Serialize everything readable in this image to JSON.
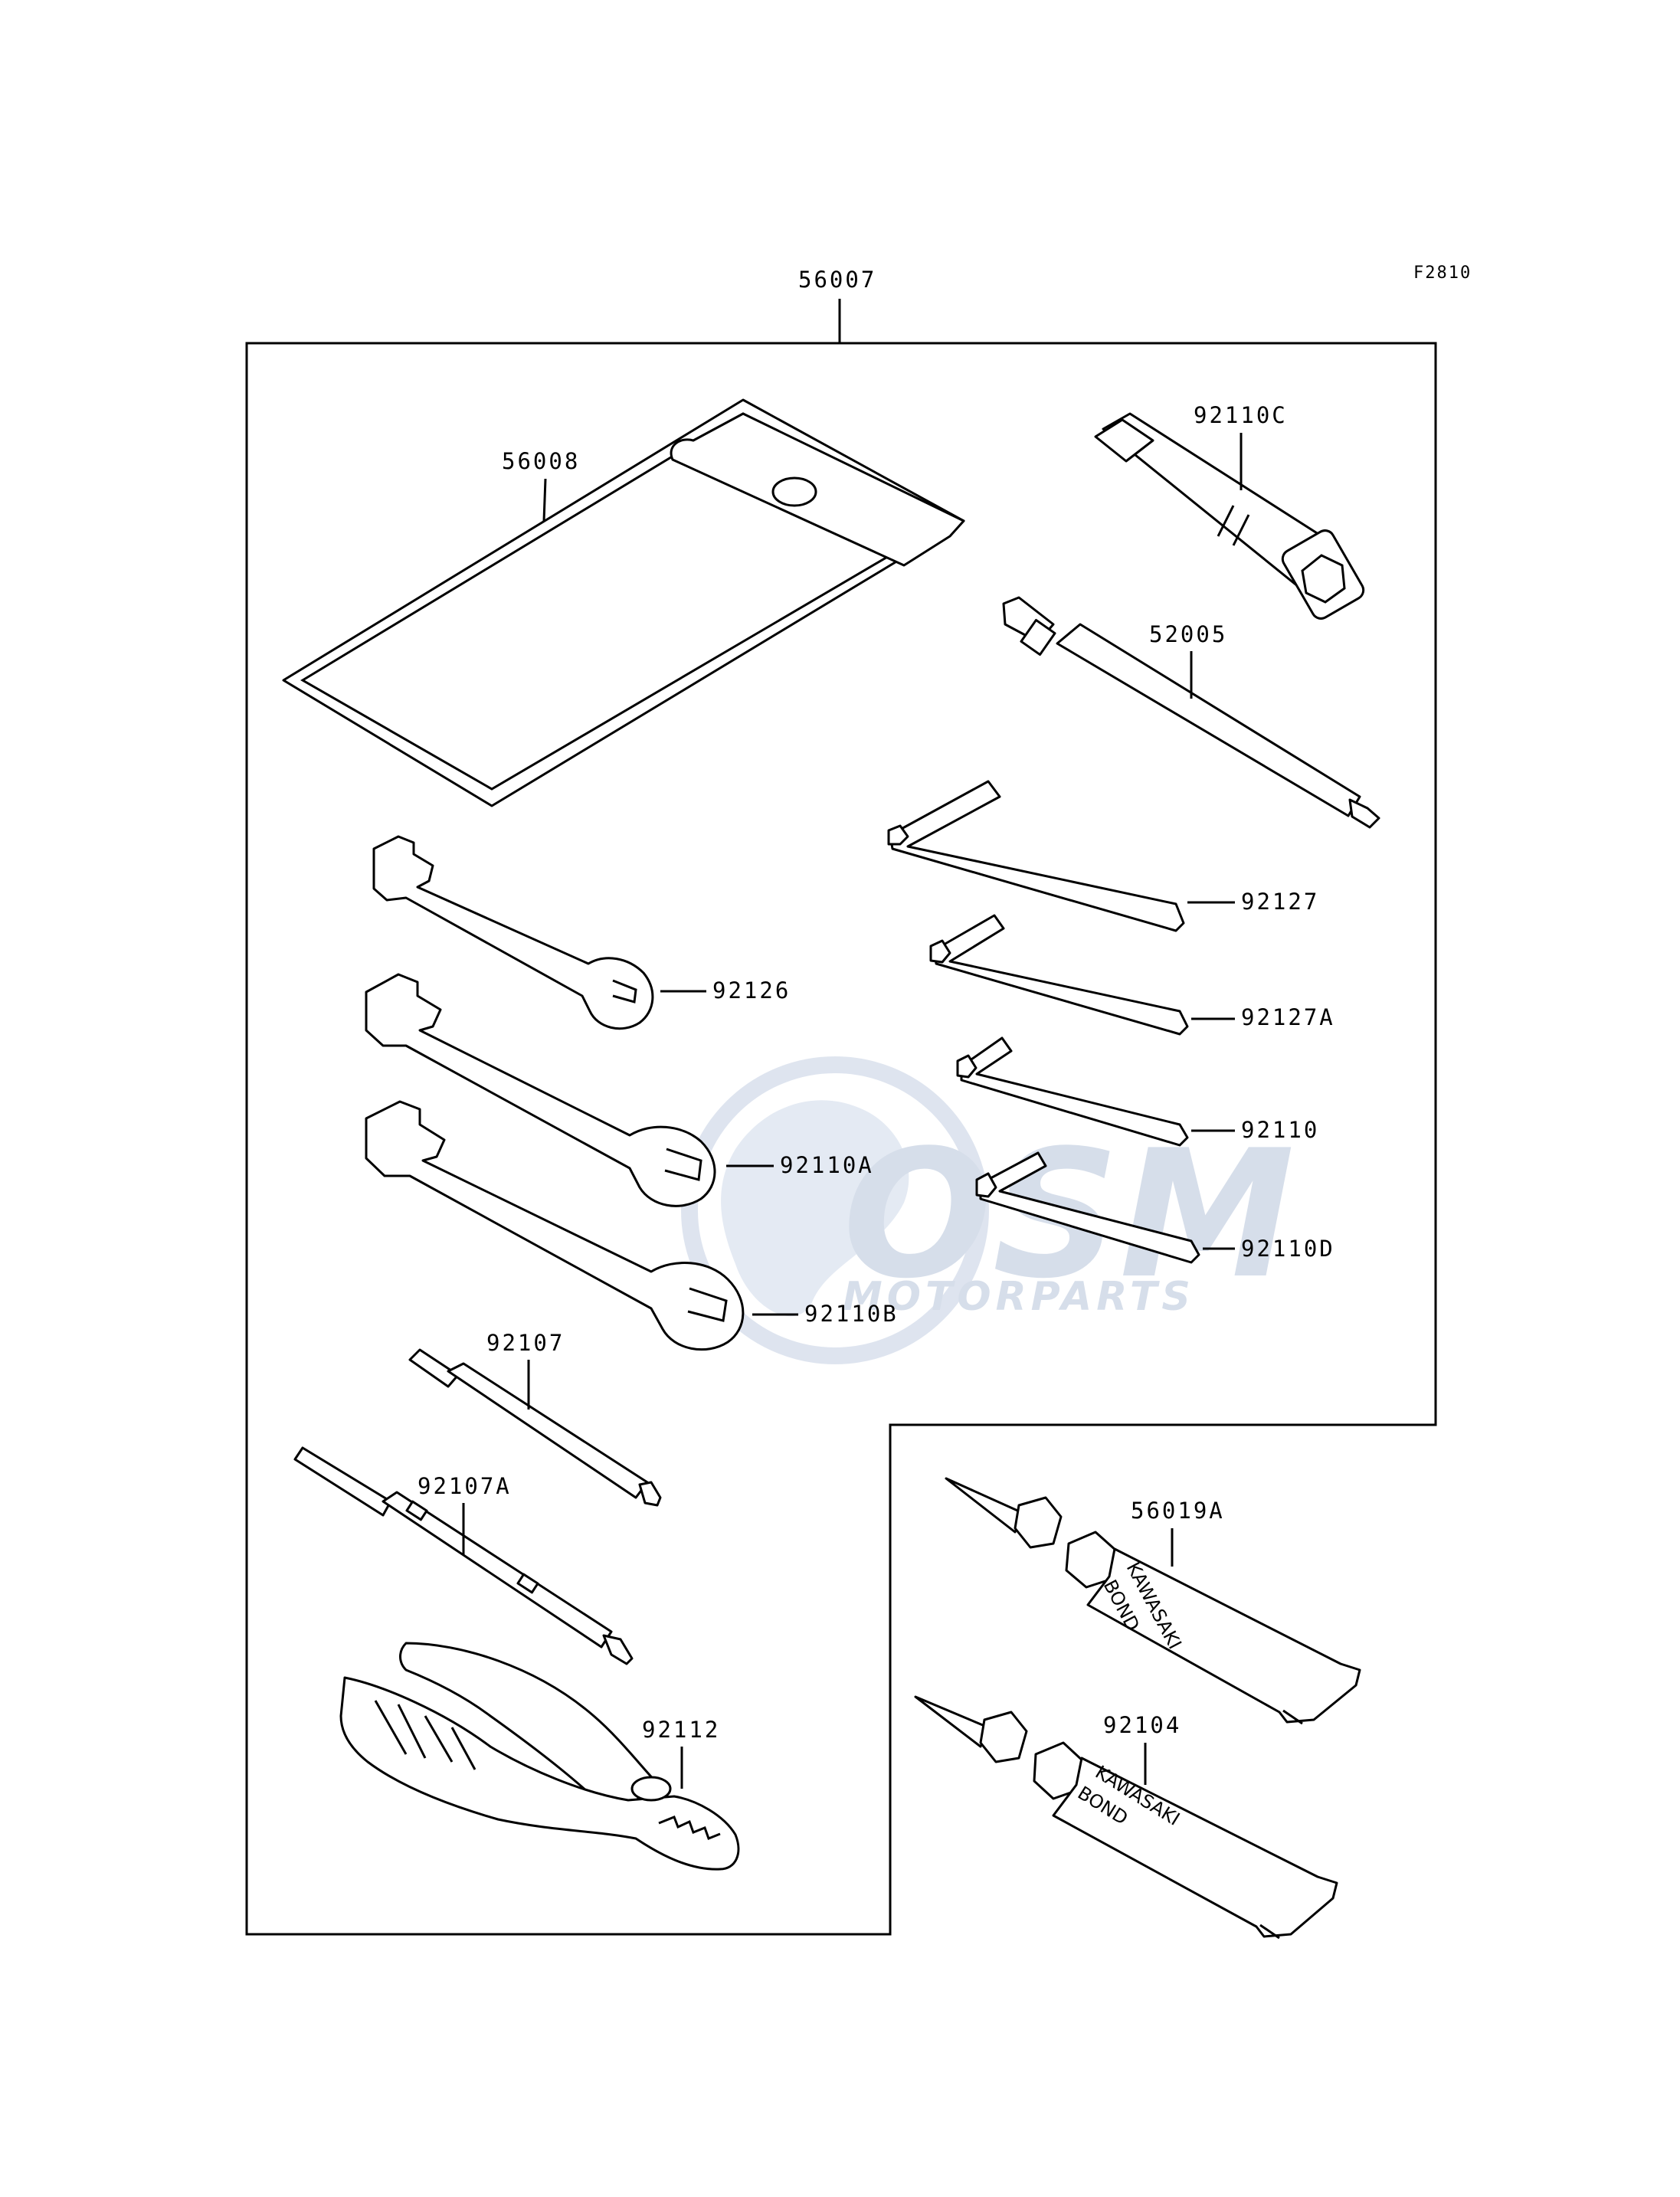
{
  "figure_code": "F2810",
  "kit_part": "56007",
  "parts": {
    "p56008": "56008",
    "p92110C": "92110C",
    "p52005": "52005",
    "p92127": "92127",
    "p92127A": "92127A",
    "p92110": "92110",
    "p92110D": "92110D",
    "p92126": "92126",
    "p92110A": "92110A",
    "p92110B": "92110B",
    "p92107": "92107",
    "p92107A": "92107A",
    "p92112": "92112",
    "p56019A": "56019A",
    "p92104": "92104"
  },
  "tube_label": {
    "line1": "KAWASAKI",
    "line2": "BOND"
  },
  "watermark": {
    "brand": "OSM",
    "subtitle": "MOTORPARTS",
    "color": "#c9d3e3"
  }
}
